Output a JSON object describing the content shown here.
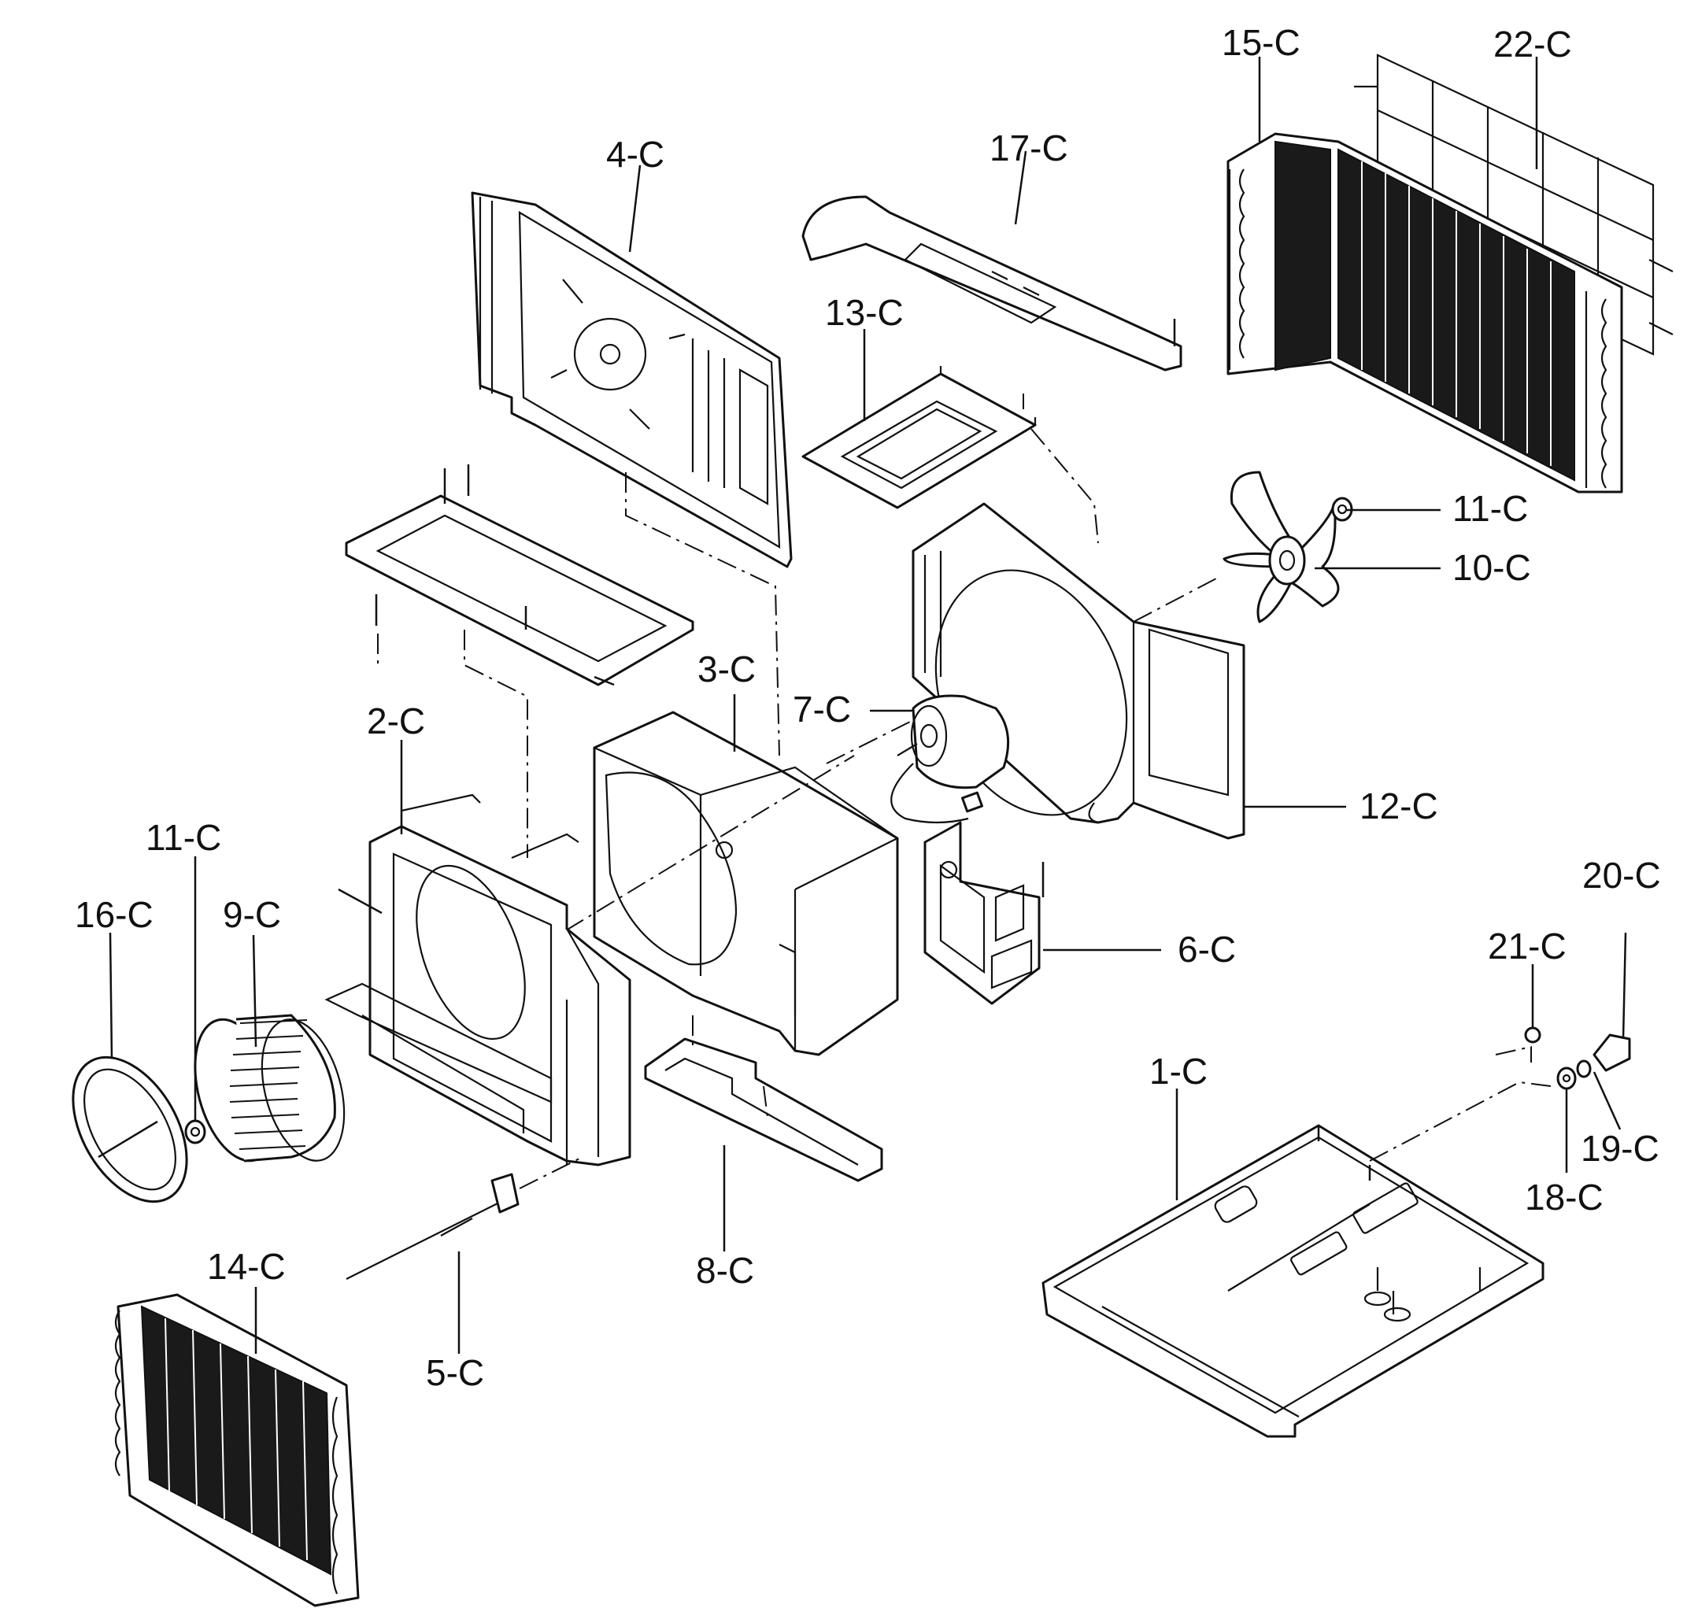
{
  "diagram": {
    "labels": {
      "p1": "1-C",
      "p2": "2-C",
      "p3": "3-C",
      "p4": "4-C",
      "p5": "5-C",
      "p6": "6-C",
      "p7": "7-C",
      "p8": "8-C",
      "p9": "9-C",
      "p10": "10-C",
      "p11a": "11-C",
      "p11b": "11-C",
      "p12": "12-C",
      "p13": "13-C",
      "p14": "14-C",
      "p15": "15-C",
      "p16": "16-C",
      "p17": "17-C",
      "p18": "18-C",
      "p19": "19-C",
      "p20": "20-C",
      "p21": "21-C",
      "p22": "22-C"
    }
  }
}
